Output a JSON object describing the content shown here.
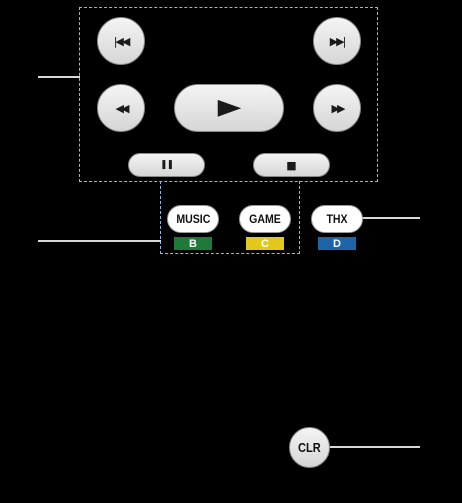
{
  "playback_group": {
    "buttons": [
      {
        "name": "skip-previous-button",
        "icon": "skip-previous-icon",
        "glyph": "|◀◀"
      },
      {
        "name": "skip-next-button",
        "icon": "skip-next-icon",
        "glyph": "▶▶|"
      },
      {
        "name": "rewind-button",
        "icon": "rewind-icon",
        "glyph": "◀◀"
      },
      {
        "name": "play-button",
        "icon": "play-icon",
        "glyph": "▶"
      },
      {
        "name": "fast-forward-button",
        "icon": "fast-forward-icon",
        "glyph": "▶▶"
      },
      {
        "name": "pause-button",
        "icon": "pause-icon",
        "glyph": "❚❚"
      },
      {
        "name": "stop-button",
        "icon": "stop-icon",
        "glyph": "■"
      }
    ]
  },
  "mode_buttons": [
    {
      "label": "MUSIC",
      "key": "B",
      "key_color": "#1f7a3a"
    },
    {
      "label": "GAME",
      "key": "C",
      "key_color": "#e2c81a"
    },
    {
      "label": "THX",
      "key": "D",
      "key_color": "#1d64a8"
    }
  ],
  "clear_button": {
    "label": "CLR"
  },
  "colors": {
    "background": "#000000",
    "dashed_outline": "#8fb8e0",
    "leader_line": "#d8d8d8",
    "button_face": "#e6e6e6"
  }
}
